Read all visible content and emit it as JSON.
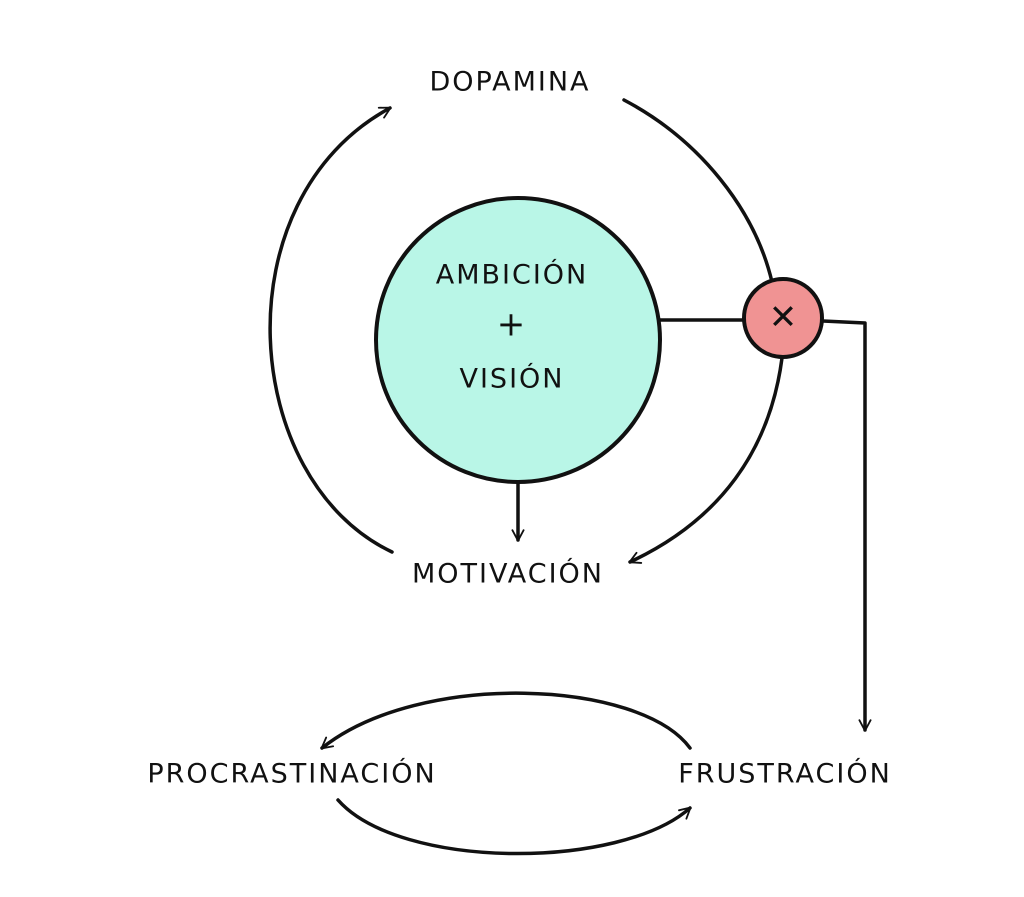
{
  "colors": {
    "core_fill": "#b9f6e7",
    "block_fill": "#f09393",
    "ink": "#111111"
  },
  "nodes": {
    "dopamina": "DOPAMINA",
    "core_line1": "AMBICIÓN",
    "core_plus": "+",
    "core_line2": "VISIÓN",
    "motivacion": "MOTIVACIÓN",
    "procrastinacion": "PROCRASTINACIÓN",
    "frustracion": "FRUSTRACIÓN",
    "block_symbol": "✕"
  }
}
